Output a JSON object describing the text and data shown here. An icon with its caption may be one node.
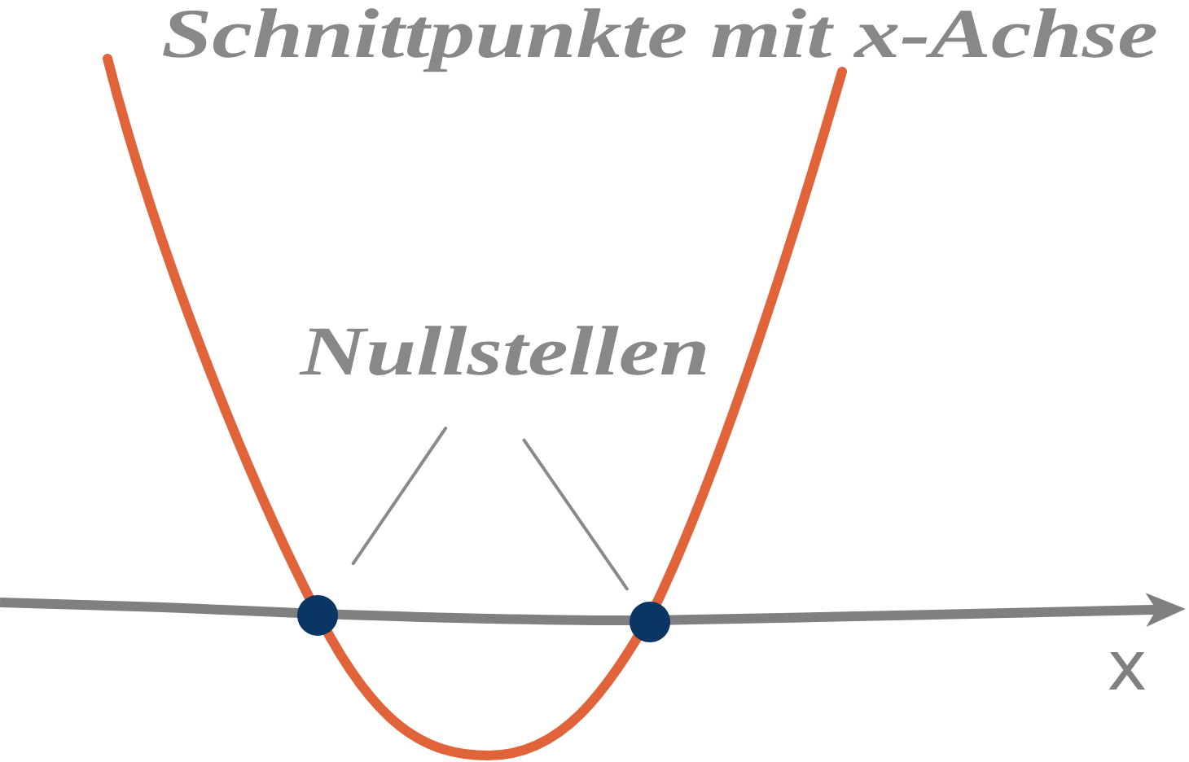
{
  "diagram": {
    "title": "Schnittpunkte mit x-Achse",
    "nodes": [
      {
        "text": [
          "Nullstellen"
        ]
      },
      {
        "text": [],
        "shape": "circle"
      },
      {
        "text": [],
        "shape": "circle"
      }
    ],
    "edges": [
      {
        "from": 0,
        "to": 1,
        "arrow": "none"
      },
      {
        "from": 0,
        "to": 2,
        "arrow": "none"
      }
    ],
    "labels": [
      "x"
    ]
  }
}
